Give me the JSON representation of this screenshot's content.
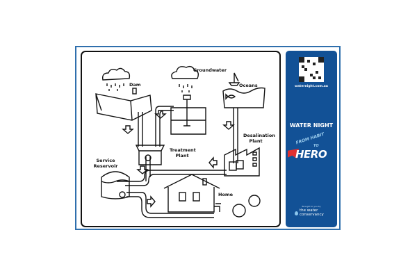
{
  "diagram": {
    "labels": {
      "dam": "Dam",
      "groundwater": "Groundwater",
      "oceans": "Oceans",
      "desalination_plant": "Desalination Plant",
      "treatment_plant": "Treatment Plant",
      "service_reservoir": "Service Reservoir",
      "home": "Home"
    }
  },
  "panel": {
    "url": "waternight.com.au",
    "title": "WATER NIGHT",
    "slogan_top": "FROM HABIT",
    "slogan_to": "TO",
    "slogan_hero": "HERO",
    "brought_by": "Brought to you by",
    "sponsor": "the water conservancy",
    "background_color": "#125196",
    "accent_color": "#e03030"
  }
}
